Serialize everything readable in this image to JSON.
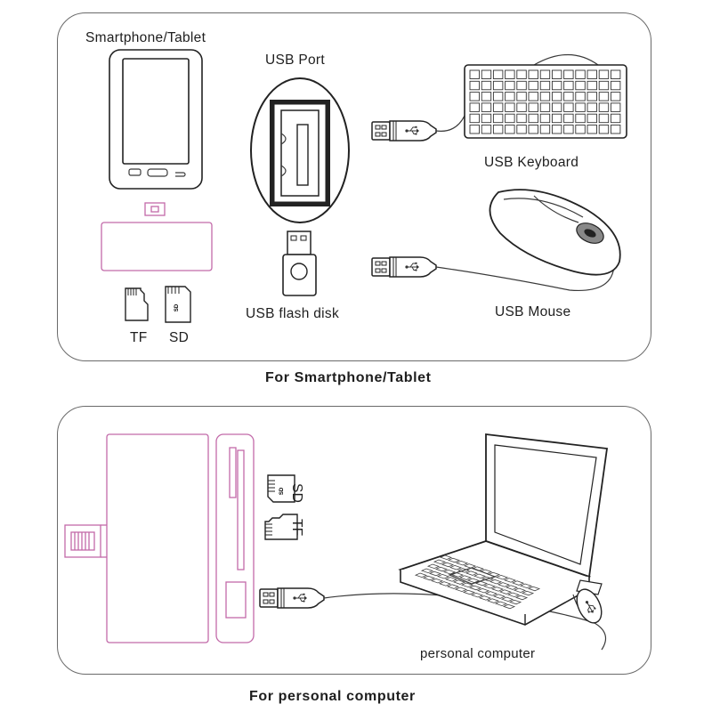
{
  "top_panel": {
    "smartphone_label": "Smartphone/Tablet",
    "usb_port_label": "USB Port",
    "keyboard_label": "USB Keyboard",
    "flash_label": "USB flash disk",
    "mouse_label": "USB Mouse",
    "tf_label": "TF",
    "sd_label": "SD",
    "caption": "For Smartphone/Tablet"
  },
  "bottom_panel": {
    "sd_label": "SD",
    "tf_label": "TF",
    "computer_label": "personal computer",
    "caption": "For personal computer"
  },
  "colors": {
    "outline": "#6a6a6a",
    "device_pink": "#c26aa9",
    "ink": "#222222"
  },
  "icons": [
    "smartphone-icon",
    "usb-port-icon",
    "usb-keyboard-icon",
    "usb-flash-disk-icon",
    "usb-mouse-icon",
    "tf-card-icon",
    "sd-card-icon",
    "card-reader-hub-icon",
    "laptop-icon",
    "usb-plug-icon",
    "usb-symbol-icon"
  ]
}
